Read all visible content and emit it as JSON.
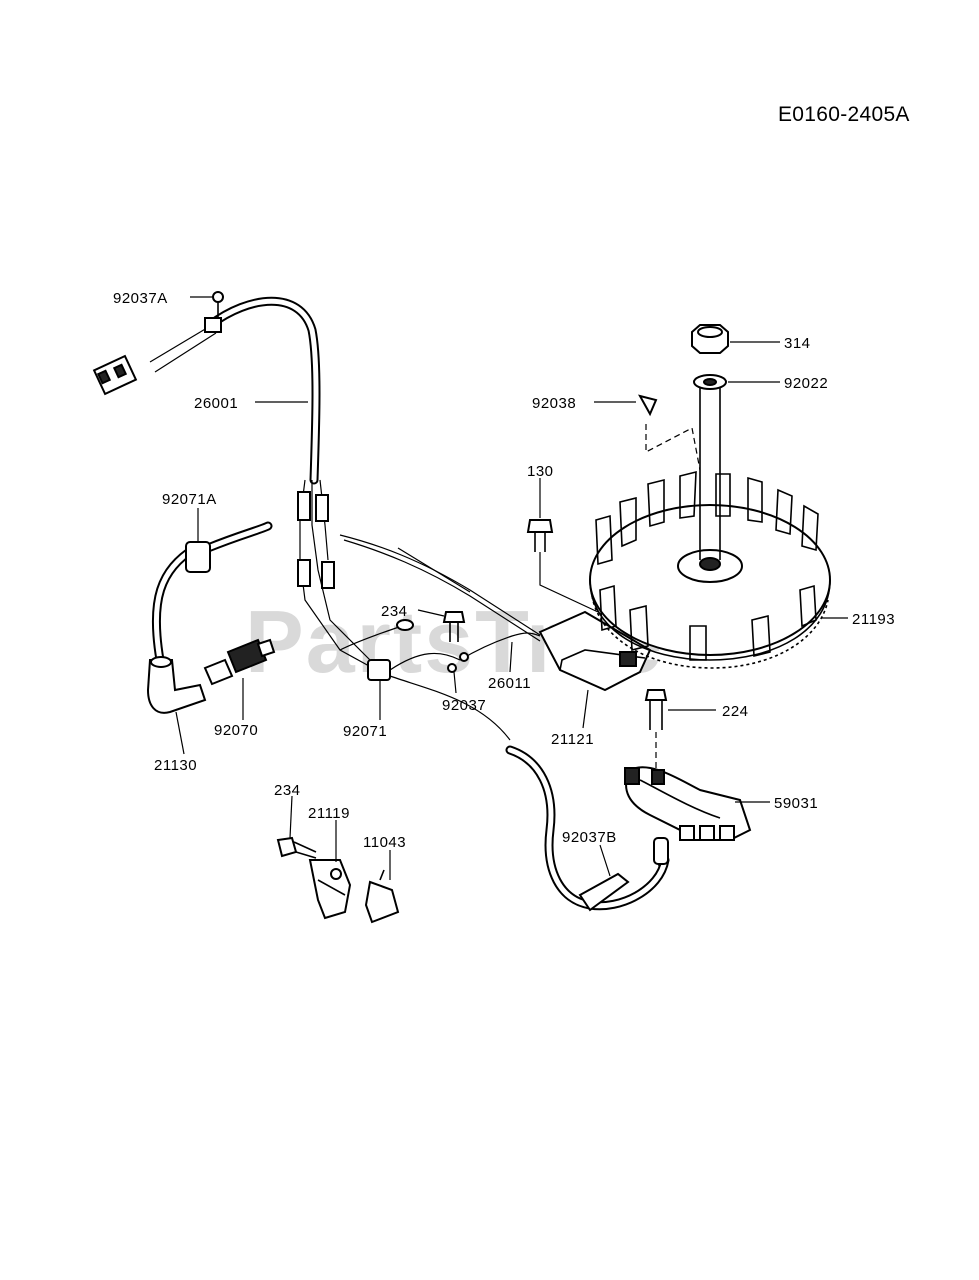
{
  "diagram": {
    "code": "E0160-2405A",
    "watermark": "PartsTree",
    "labels": {
      "p92037A": "92037A",
      "p26001": "26001",
      "p92071A": "92071A",
      "p130": "130",
      "p92038": "92038",
      "p314": "314",
      "p92022": "92022",
      "p21193": "21193",
      "p234a": "234",
      "p26011": "26011",
      "p92037": "92037",
      "p21121": "21121",
      "p224": "224",
      "p92071": "92071",
      "p92070": "92070",
      "p21130": "21130",
      "p59031": "59031",
      "p234b": "234",
      "p21119": "21119",
      "p11043": "11043",
      "p92037B": "92037B"
    }
  }
}
